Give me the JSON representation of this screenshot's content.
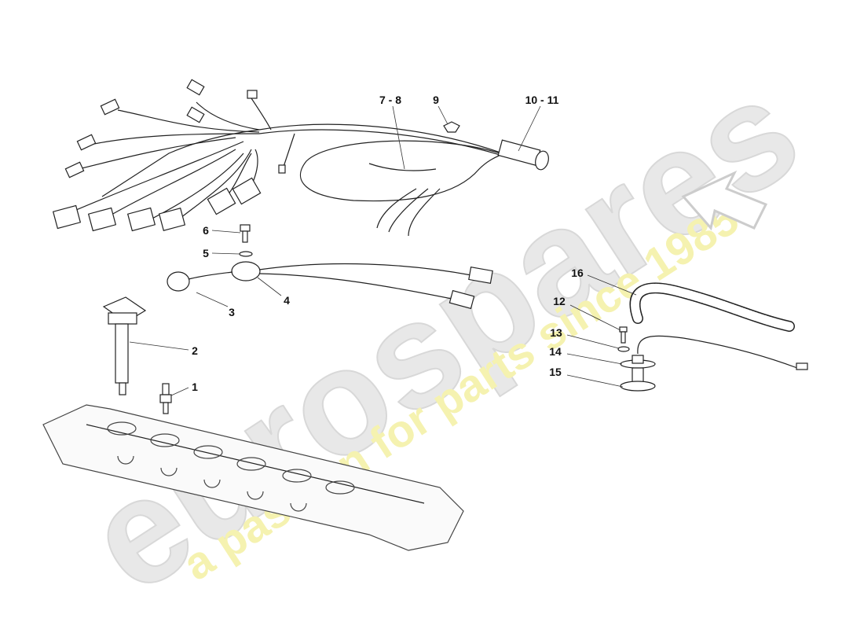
{
  "watermark": {
    "brand": "eurospares",
    "tagline": "a passion for parts since 1985",
    "brand_color": "#e6e6e6",
    "tagline_color": "#f3f0a0"
  },
  "callouts": [
    {
      "id": "7-8",
      "text": "7 - 8"
    },
    {
      "id": "9",
      "text": "9"
    },
    {
      "id": "10-11",
      "text": "10 - 11"
    },
    {
      "id": "6",
      "text": "6"
    },
    {
      "id": "5",
      "text": "5"
    },
    {
      "id": "3",
      "text": "3"
    },
    {
      "id": "4",
      "text": "4"
    },
    {
      "id": "2",
      "text": "2"
    },
    {
      "id": "1",
      "text": "1"
    },
    {
      "id": "16",
      "text": "16"
    },
    {
      "id": "12",
      "text": "12"
    },
    {
      "id": "13",
      "text": "13"
    },
    {
      "id": "14",
      "text": "14"
    },
    {
      "id": "15",
      "text": "15"
    }
  ]
}
